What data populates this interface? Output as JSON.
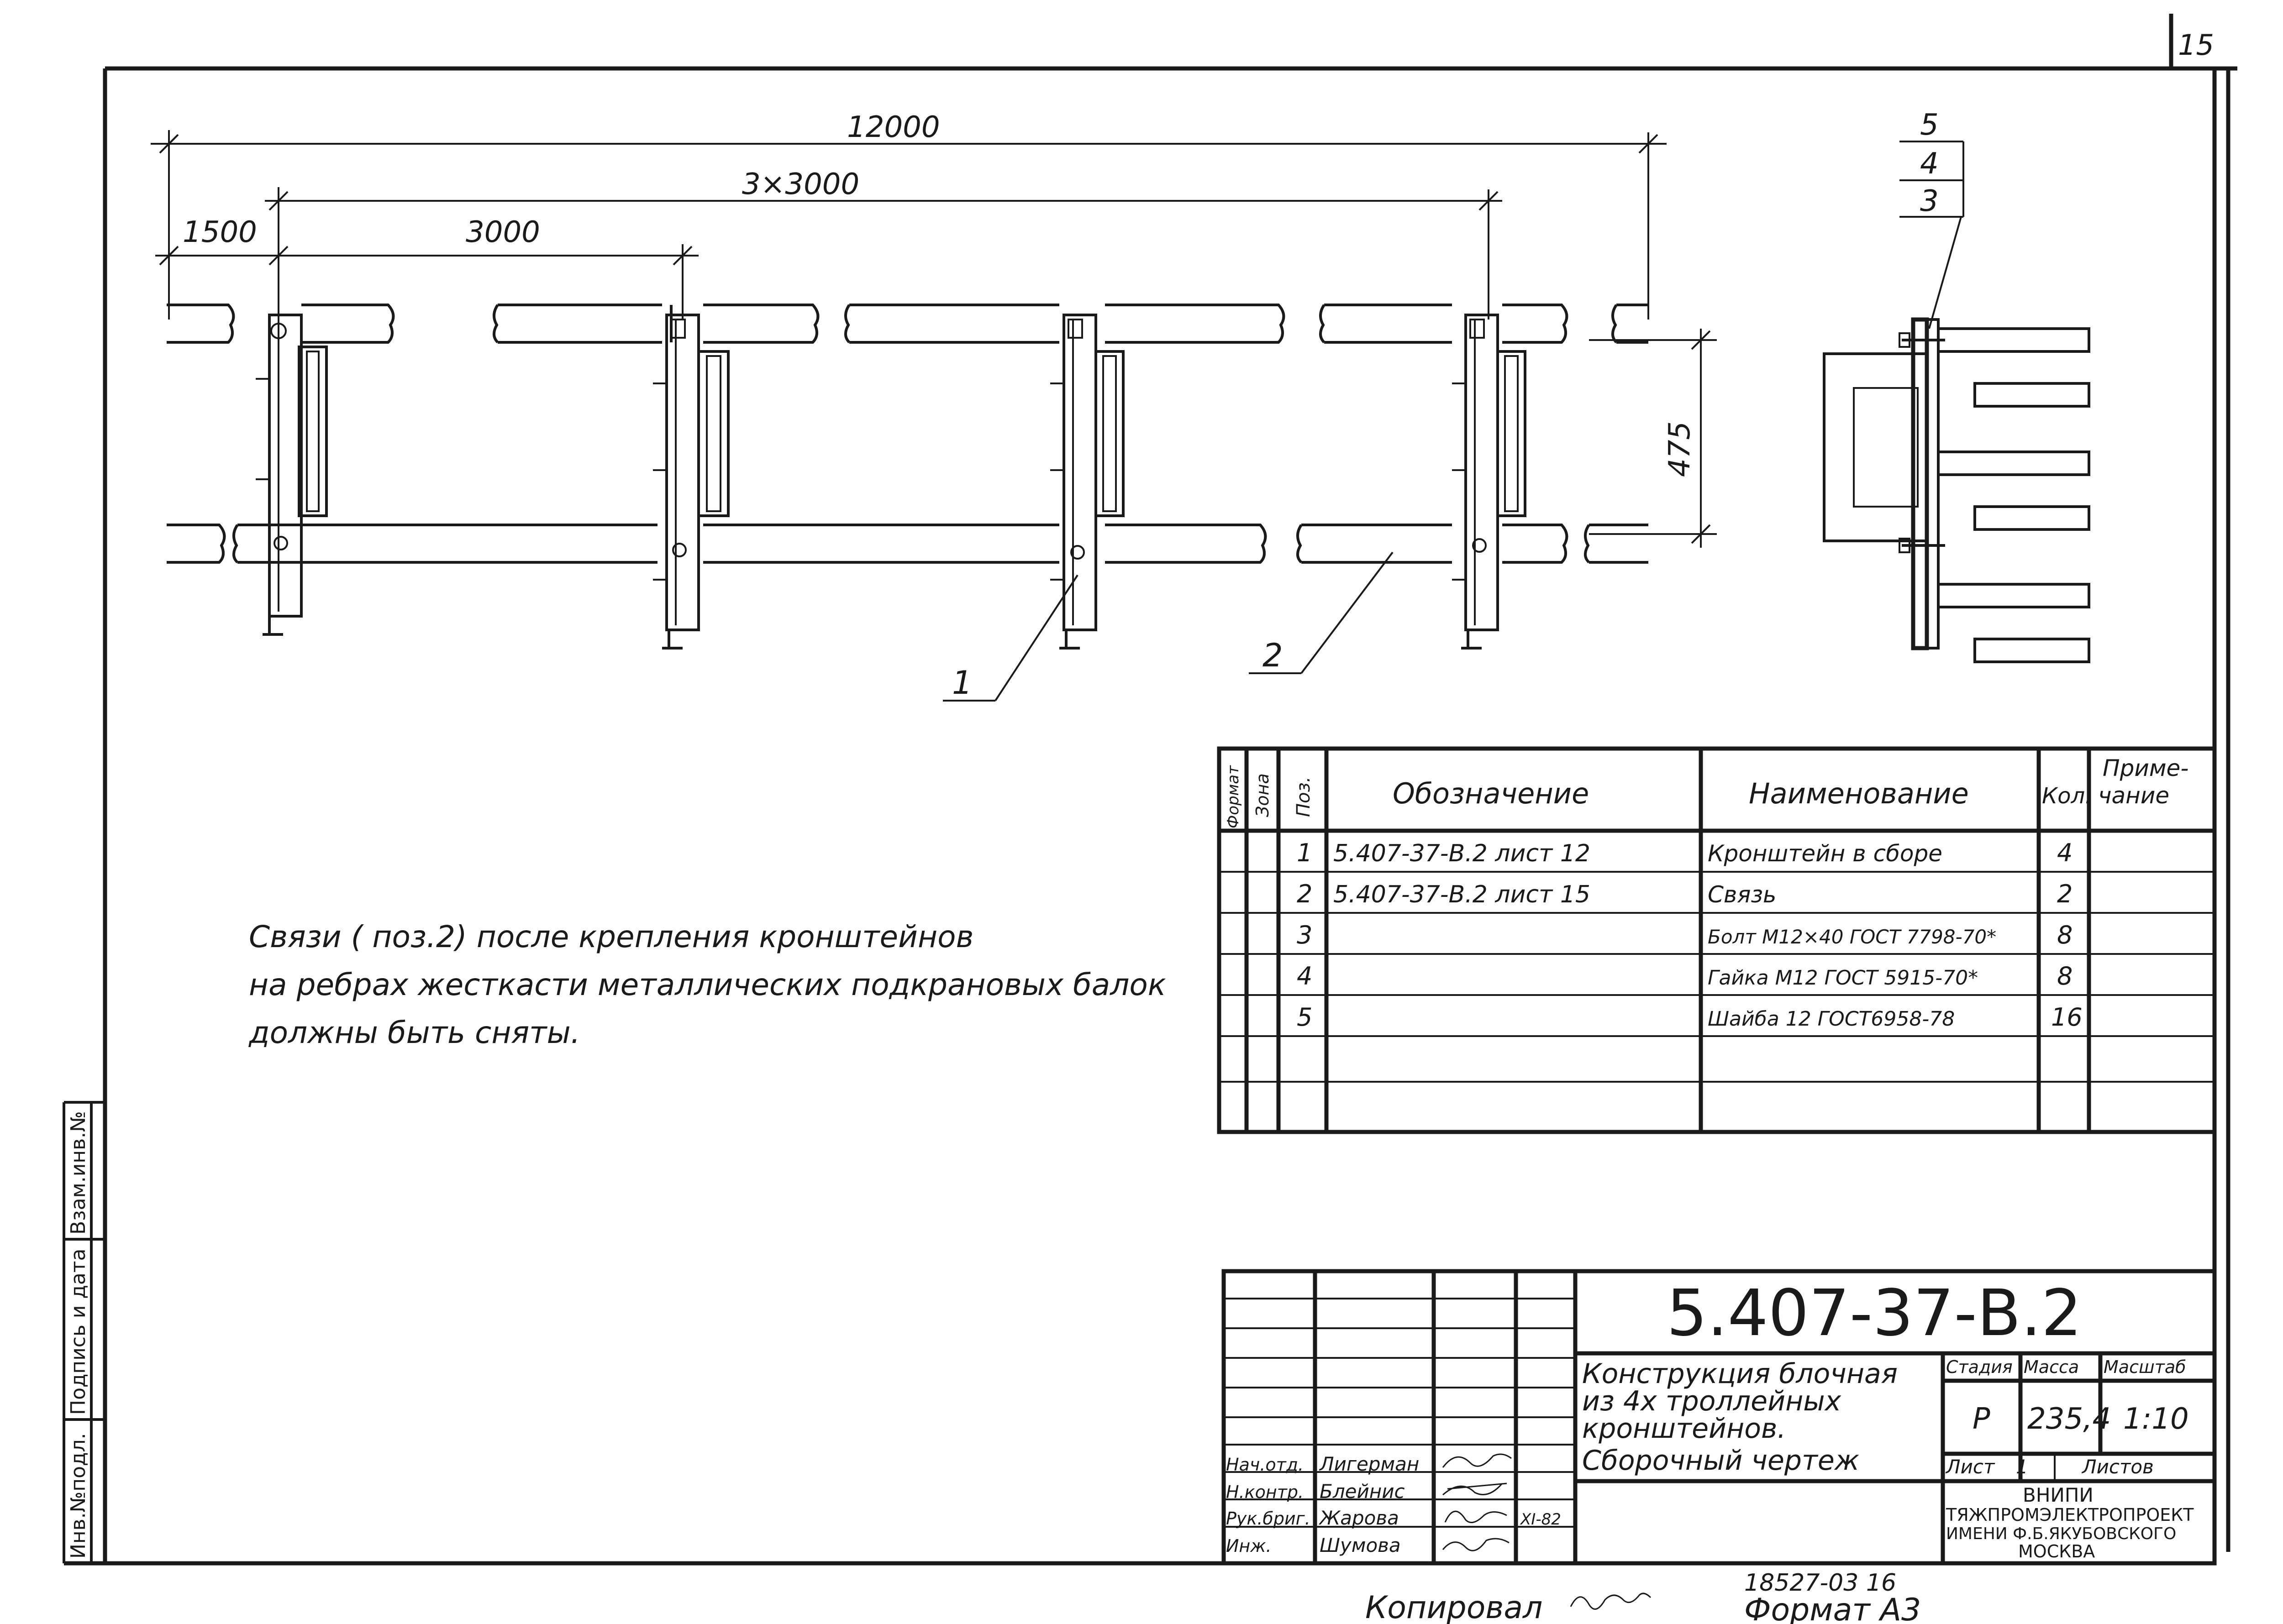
{
  "sheet_number": "15",
  "dimensions": {
    "overall": "12000",
    "spacing": "3×3000",
    "bay": "3000",
    "end_offset": "1500",
    "height": "475"
  },
  "callouts": {
    "pos1": "1",
    "pos2": "2",
    "pos3": "3",
    "pos4": "4",
    "pos5": "5"
  },
  "note": {
    "line1": "Связи   ( поз.2)  после  крепления  кронштейнов",
    "line2": "на ребрах жесткасти металлических подкрановых балок",
    "line3": "должны   быть   сняты."
  },
  "spec_table": {
    "headers": {
      "format": "Формат",
      "zone": "Зона",
      "pos": "Поз.",
      "designation": "Обозначение",
      "name": "Наименование",
      "qty": "Кол.",
      "note1": "Приме-",
      "note2": "чание"
    },
    "rows": [
      {
        "pos": "1",
        "designation": "5.407-37-В.2  лист 12",
        "name": "Кронштейн в сборе",
        "qty": "4"
      },
      {
        "pos": "2",
        "designation": "5.407-37-В.2  лист 15",
        "name": "Связь",
        "qty": "2"
      },
      {
        "pos": "3",
        "designation": "",
        "name": "Болт М12×40 ГОСТ 7798-70*",
        "qty": "8"
      },
      {
        "pos": "4",
        "designation": "",
        "name": "Гайка М12 ГОСТ 5915-70*",
        "qty": "8"
      },
      {
        "pos": "5",
        "designation": "",
        "name": "Шайба 12 ГОСТ6958-78",
        "qty": "16"
      }
    ]
  },
  "title_block": {
    "doc_code": "5.407-37-В.2",
    "title_line1": "Конструкция блочная",
    "title_line2": "из 4х троллейных",
    "title_line3": "кронштейнов.",
    "title_line4": "Сборочный чертеж",
    "stage_label": "Стадия",
    "mass_label": "Масса",
    "scale_label": "Масштаб",
    "stage": "Р",
    "mass": "235,4",
    "scale": "1:10",
    "sheet_label": "Лист",
    "sheet_value": "1",
    "sheets_label": "Листов",
    "org_line1": "ВНИПИ",
    "org_line2": "ТЯЖПРОМЭЛЕКТРОПРОЕКТ",
    "org_line3": "ИМЕНИ Ф.Б.ЯКУБОВСКОГО",
    "org_line4": "МОСКВА",
    "signers": [
      {
        "role": "Нач.отд.",
        "name": "Лигерман",
        "date": ""
      },
      {
        "role": "Н.контр.",
        "name": "Блейнис",
        "date": ""
      },
      {
        "role": "Рук.бриг.",
        "name": "Жарова",
        "date": "XI-82"
      },
      {
        "role": "Инж.",
        "name": "Шумова",
        "date": ""
      }
    ]
  },
  "side_stamp": {
    "inv_orig": "Инв.№подл.",
    "sign_date": "Подпись и дата",
    "replace_inv": "Взам.инв.№"
  },
  "footer": {
    "copied": "Копировал",
    "order": "18527-03 16",
    "format": "Формат А3"
  }
}
